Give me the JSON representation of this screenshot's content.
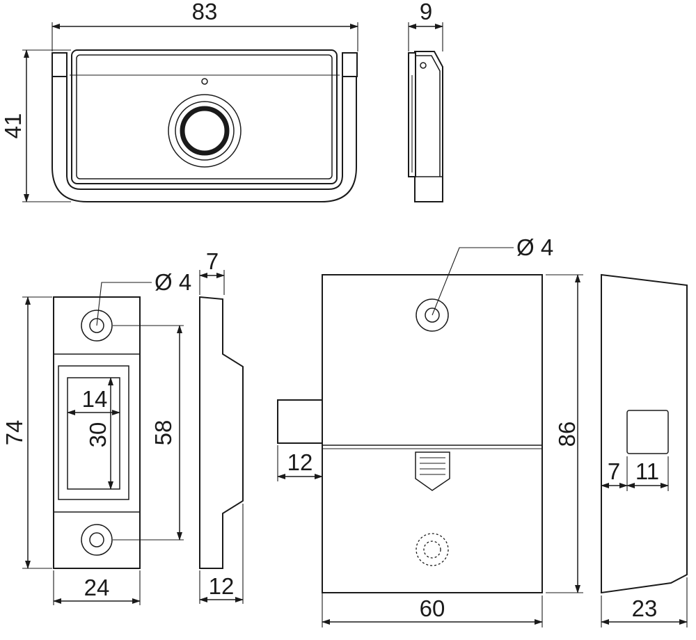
{
  "dimensions": {
    "top_width": "83",
    "top_height": "41",
    "top_side_depth": "9",
    "strike_height": "74",
    "strike_width": "24",
    "strike_hole_pitch": "58",
    "strike_window_width": "14",
    "strike_window_height": "30",
    "strike_hole_dia": "Ø 4",
    "strike_side_top": "7",
    "strike_side_bottom": "12",
    "lock_width": "60",
    "lock_height": "86",
    "lock_hole_dia": "Ø 4",
    "lock_bolt_length": "12",
    "lock_side_depth": "23",
    "lock_side_offset": "7",
    "lock_side_window": "11"
  }
}
